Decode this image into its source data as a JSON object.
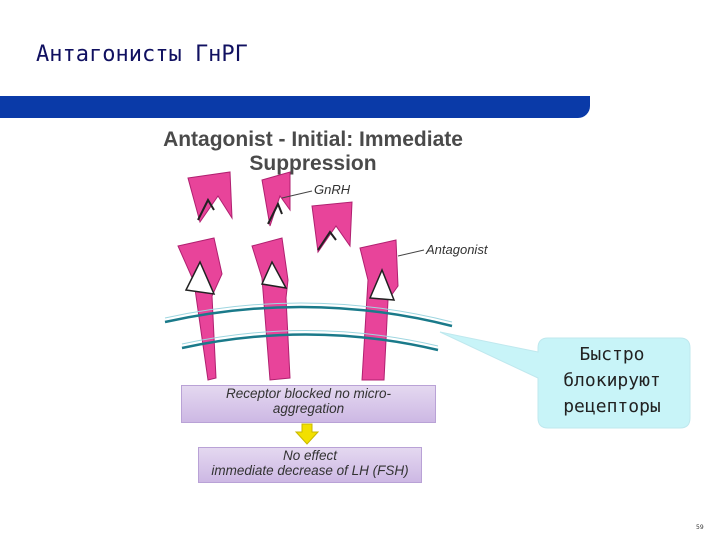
{
  "slide": {
    "title": "Антагонисты ГнРГ",
    "page_number": "59"
  },
  "figure": {
    "title_line1": "Antagonist - Initial: Immediate",
    "title_line2": "Suppression",
    "label_gnrh": "GnRH",
    "label_antagonist": "Antagonist",
    "box1_line1": "Receptor blocked no micro-",
    "box1_line2": "aggregation",
    "box2_line1": "No effect",
    "box2_line2": "immediate decrease of LH (FSH)"
  },
  "callout": {
    "line1": "Быстро",
    "line2": "блокируют",
    "line3": "рецепторы"
  },
  "colors": {
    "band": "#0a3aa8",
    "receptor": "#e8449a",
    "membrane": "#1a7a8a",
    "callout_fill": "#c8f4f8",
    "box_fill": "#d6c6ea",
    "arrow": "#f2e000"
  }
}
